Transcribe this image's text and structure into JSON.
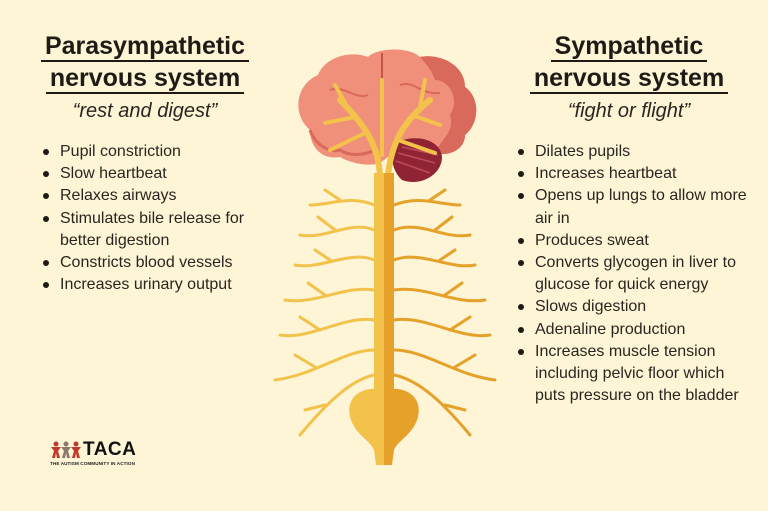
{
  "left": {
    "title_line1": "Parasympathetic",
    "title_line2": "nervous system",
    "subtitle": "“rest and digest”",
    "items": [
      "Pupil constriction",
      "Slow heartbeat",
      "Relaxes airways",
      "Stimulates bile release for better digestion",
      "Constricts blood vessels",
      "Increases urinary output"
    ]
  },
  "right": {
    "title_line1": "Sympathetic",
    "title_line2": "nervous system",
    "subtitle": "“fight or flight”",
    "items": [
      "Dilates pupils",
      "Increases heartbeat",
      "Opens up lungs to allow more air in",
      "Produces sweat",
      "Converts glycogen in liver to glucose for quick energy",
      "Slows digestion",
      "Adenaline production",
      "Increases muscle tension including pelvic floor which puts pressure on the bladder"
    ]
  },
  "figure": {
    "label": "brain-and-spinal-nerves-illustration",
    "colors": {
      "background": "#fdf5d6",
      "brain_light": "#f0907a",
      "brain_dark": "#d9695a",
      "cerebellum": "#8e2434",
      "nerve_light": "#f3c24a",
      "nerve_dark": "#e5a12a"
    }
  },
  "logo": {
    "word": "TACA",
    "tagline": "THE AUTISM COMMUNITY IN ACTION"
  }
}
